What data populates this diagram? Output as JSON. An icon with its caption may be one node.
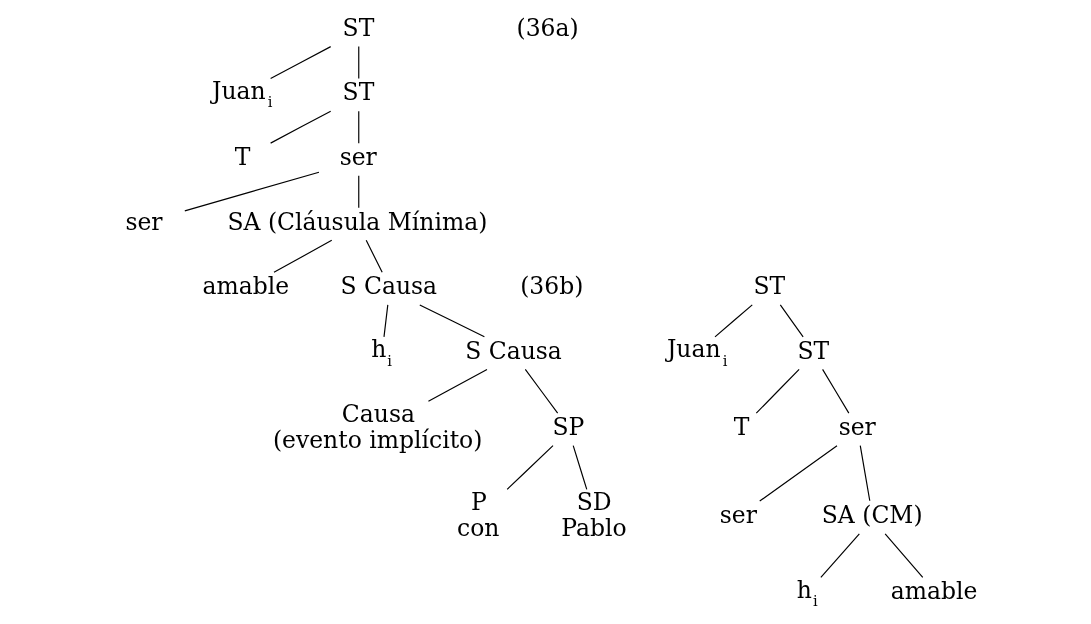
{
  "diagram": {
    "nodes": [
      {
        "text": [
          "ST"
        ]
      },
      {
        "text": [
          "Juan$_{i}$"
        ]
      },
      {
        "text": [
          "ST"
        ]
      },
      {
        "text": [
          "T"
        ]
      },
      {
        "text": [
          "ser"
        ]
      },
      {
        "text": [
          "ser"
        ]
      },
      {
        "text": [
          "SA (Cláusula Mínima)"
        ]
      },
      {
        "text": [
          "amable"
        ]
      },
      {
        "text": [
          "S Causa"
        ]
      },
      {
        "text": [
          "h$_{i}$"
        ]
      },
      {
        "text": [
          "S Causa"
        ]
      },
      {
        "text": [
          "Causa",
          "(evento implícito)"
        ]
      },
      {
        "text": [
          "SP"
        ]
      },
      {
        "text": [
          "P",
          "con"
        ]
      },
      {
        "text": [
          "SD",
          "Pablo"
        ]
      },
      {
        "text": [
          "ST"
        ]
      },
      {
        "text": [
          "Juan$_{i}$"
        ]
      },
      {
        "text": [
          "ST"
        ]
      },
      {
        "text": [
          "T"
        ]
      },
      {
        "text": [
          "ser"
        ]
      },
      {
        "text": [
          "ser"
        ]
      },
      {
        "text": [
          "SA (CM)"
        ]
      },
      {
        "text": [
          "h$_{i}$"
        ]
      },
      {
        "text": [
          "amable"
        ]
      }
    ],
    "edges": [
      {
        "from": 0,
        "to": 1,
        "arrow": "none"
      },
      {
        "from": 0,
        "to": 2,
        "arrow": "none"
      },
      {
        "from": 2,
        "to": 3,
        "arrow": "none"
      },
      {
        "from": 2,
        "to": 4,
        "arrow": "none"
      },
      {
        "from": 4,
        "to": 5,
        "arrow": "none"
      },
      {
        "from": 4,
        "to": 6,
        "arrow": "none"
      },
      {
        "from": 6,
        "to": 7,
        "arrow": "none"
      },
      {
        "from": 6,
        "to": 8,
        "arrow": "none"
      },
      {
        "from": 8,
        "to": 9,
        "arrow": "none"
      },
      {
        "from": 8,
        "to": 10,
        "arrow": "none"
      },
      {
        "from": 10,
        "to": 11,
        "arrow": "none"
      },
      {
        "from": 10,
        "to": 12,
        "arrow": "none"
      },
      {
        "from": 12,
        "to": 13,
        "arrow": "none"
      },
      {
        "from": 12,
        "to": 14,
        "arrow": "none"
      },
      {
        "from": 15,
        "to": 16,
        "arrow": "none"
      },
      {
        "from": 15,
        "to": 17,
        "arrow": "none"
      },
      {
        "from": 17,
        "to": 18,
        "arrow": "none"
      },
      {
        "from": 17,
        "to": 19,
        "arrow": "none"
      },
      {
        "from": 19,
        "to": 20,
        "arrow": "none"
      },
      {
        "from": 19,
        "to": 21,
        "arrow": "none"
      },
      {
        "from": 21,
        "to": 22,
        "arrow": "none"
      },
      {
        "from": 21,
        "to": 23,
        "arrow": "none"
      }
    ],
    "labels": [
      "(36a)",
      "(36b)"
    ]
  }
}
